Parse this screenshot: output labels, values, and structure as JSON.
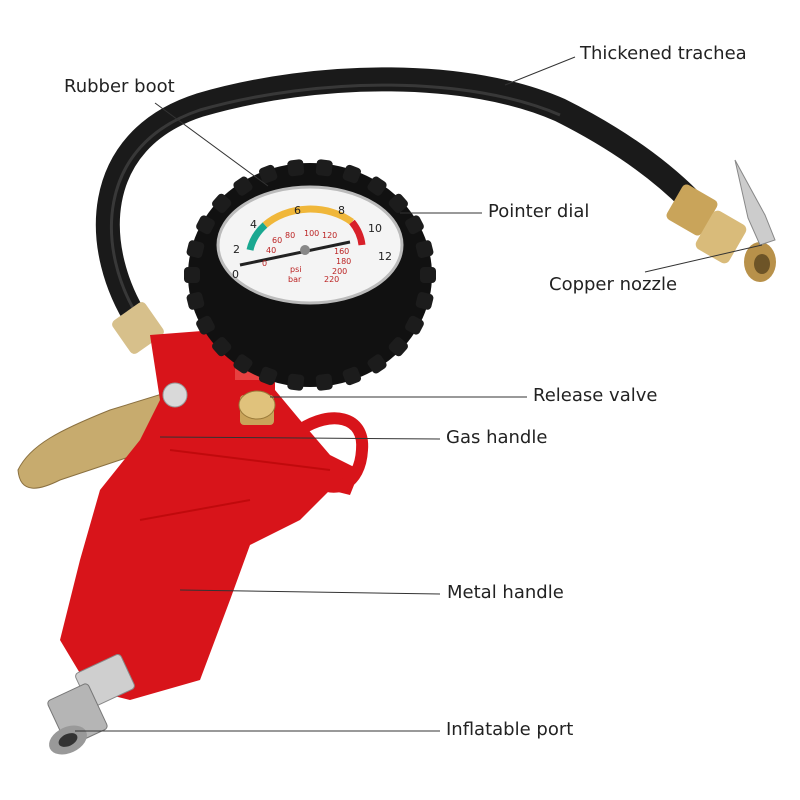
{
  "labels": {
    "thickened_trachea": "Thickened trachea",
    "rubber_boot": "Rubber boot",
    "pointer_dial": "Pointer dial",
    "copper_nozzle": "Copper nozzle",
    "release_valve": "Release valve",
    "gas_handle": "Gas handle",
    "metal_handle": "Metal handle",
    "inflatable_port": "Inflatable port"
  },
  "dial": {
    "bar_ticks": [
      "0",
      "2",
      "4",
      "6",
      "8",
      "10",
      "12"
    ],
    "psi_ticks": [
      "0",
      "40",
      "60",
      "80",
      "100",
      "120",
      "160",
      "180",
      "200",
      "220"
    ],
    "unit_psi": "psi",
    "unit_bar": "bar"
  },
  "colors": {
    "handle_red": "#d8141a",
    "hose_black": "#1a1a1a",
    "brass": "#c9a45a",
    "zone_green": "#1aa891",
    "zone_yellow": "#f0b73a",
    "zone_red": "#d8202a"
  }
}
